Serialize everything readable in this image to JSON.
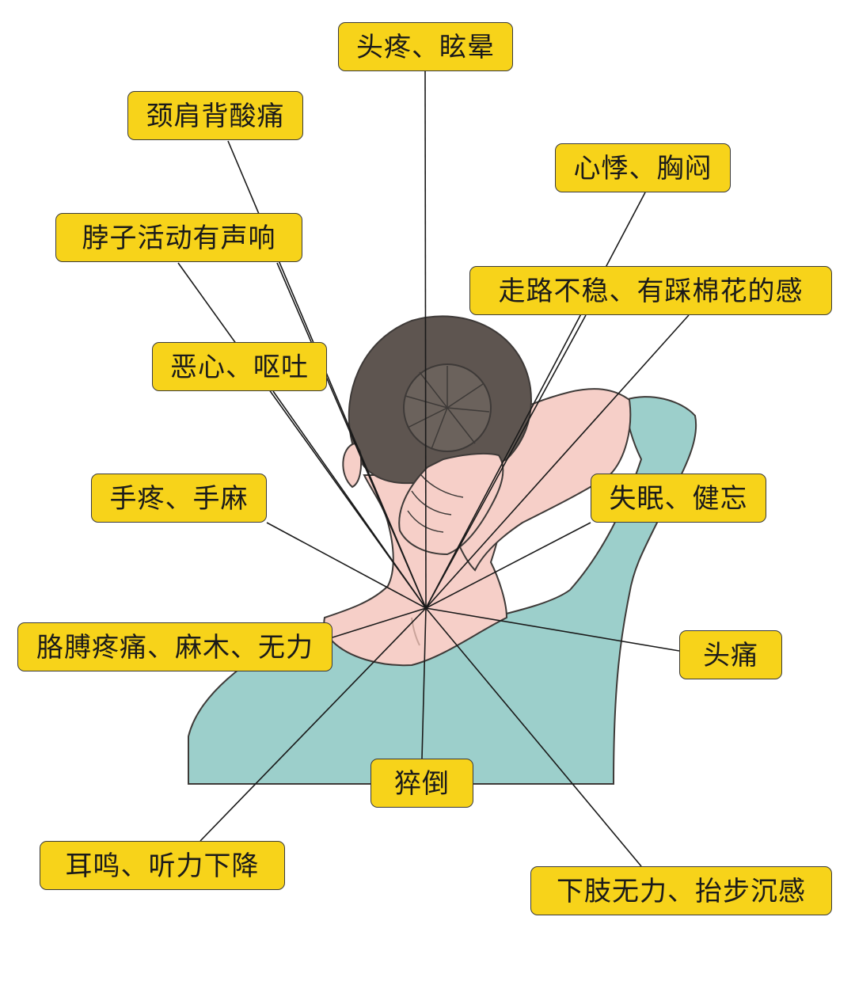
{
  "labels": {
    "headache_dizziness": "头疼、眩晕",
    "neck_shoulder_back_pain": "颈肩背酸痛",
    "palpitation_chest_tightness": "心悸、胸闷",
    "neck_sound": "脖子活动有声响",
    "unsteady_walking": "走路不稳、有踩棉花的感",
    "nausea_vomiting": "恶心、呕吐",
    "hand_pain_numbness": "手疼、手麻",
    "insomnia_forgetfulness": "失眠、健忘",
    "arm_pain_numbness_weakness": "胳膊疼痛、麻木、无力",
    "headache": "头痛",
    "falling": "猝倒",
    "tinnitus_hearing_loss": "耳鸣、听力下降",
    "leg_weakness_heavy_steps": "下肢无力、抬步沉感"
  },
  "colors": {
    "label_fill": "#f7d31a",
    "label_border": "#3a3a3a",
    "line": "#1a1a1a",
    "shirt": "#9ccfcb",
    "skin": "#f6cfc8",
    "hair": "#5e5550",
    "outline": "#3e3a38"
  },
  "illustration": {
    "subject": "woman-back-of-neck-with-hand",
    "icon": "neck-pain-illustration-icon"
  }
}
